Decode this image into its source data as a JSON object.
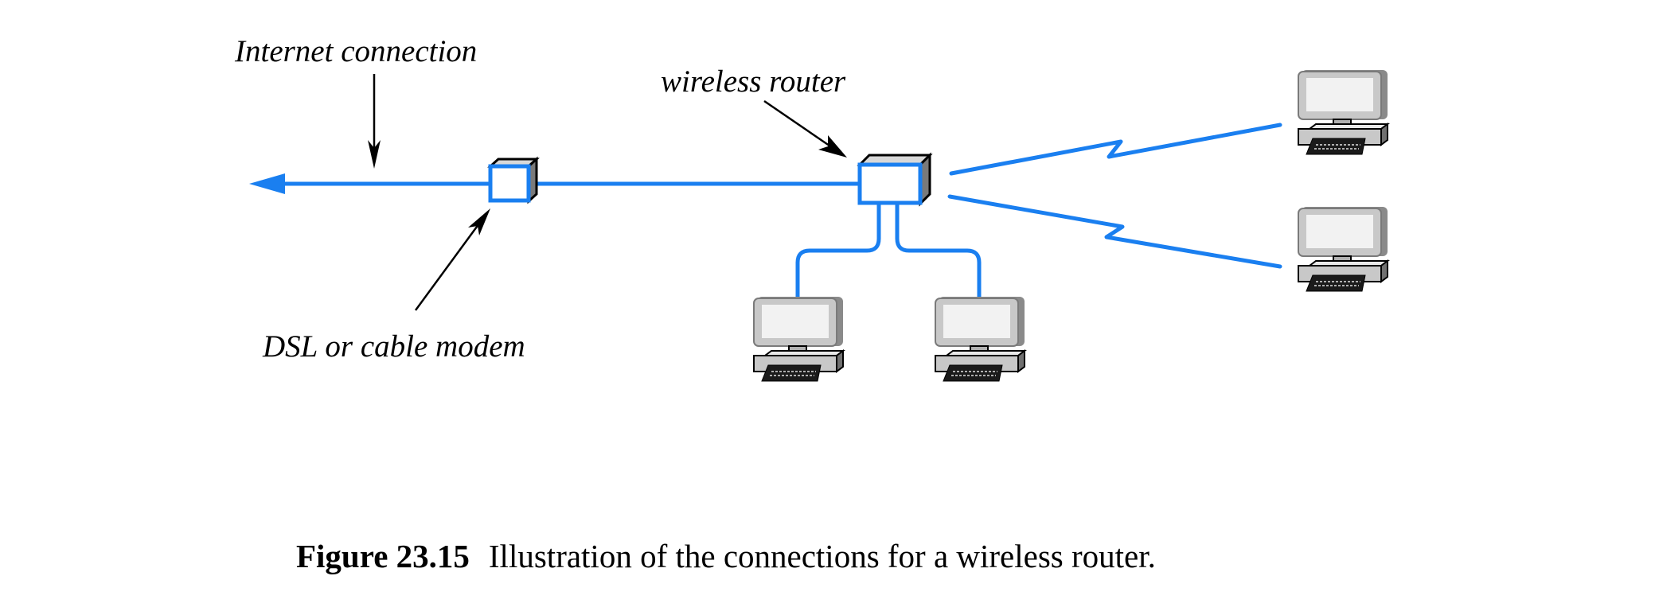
{
  "figure": {
    "labels": {
      "internet_connection": "Internet connection",
      "wireless_router": "wireless router",
      "modem": "DSL or cable modem"
    },
    "caption": {
      "number": "Figure 23.15",
      "text": "Illustration of the connections for a wireless router."
    },
    "nodes": [
      {
        "id": "modem",
        "type": "DSL or cable modem"
      },
      {
        "id": "router",
        "type": "wireless router"
      },
      {
        "id": "pc-wired-1",
        "type": "computer",
        "connection": "wired"
      },
      {
        "id": "pc-wired-2",
        "type": "computer",
        "connection": "wired"
      },
      {
        "id": "pc-wireless-1",
        "type": "computer",
        "connection": "wireless"
      },
      {
        "id": "pc-wireless-2",
        "type": "computer",
        "connection": "wireless"
      }
    ],
    "edges": [
      {
        "from": "modem",
        "to": "internet",
        "kind": "wired"
      },
      {
        "from": "modem",
        "to": "router",
        "kind": "wired"
      },
      {
        "from": "router",
        "to": "pc-wired-1",
        "kind": "wired"
      },
      {
        "from": "router",
        "to": "pc-wired-2",
        "kind": "wired"
      },
      {
        "from": "router",
        "to": "pc-wireless-1",
        "kind": "wireless"
      },
      {
        "from": "router",
        "to": "pc-wireless-2",
        "kind": "wireless"
      }
    ],
    "colors": {
      "link": "#1a7ff0",
      "annotation_arrow": "#000000",
      "device_outline": "#000000",
      "device_gray": "#c8c8c8",
      "device_dark_gray": "#808080",
      "screen": "#f0f0f0"
    }
  }
}
